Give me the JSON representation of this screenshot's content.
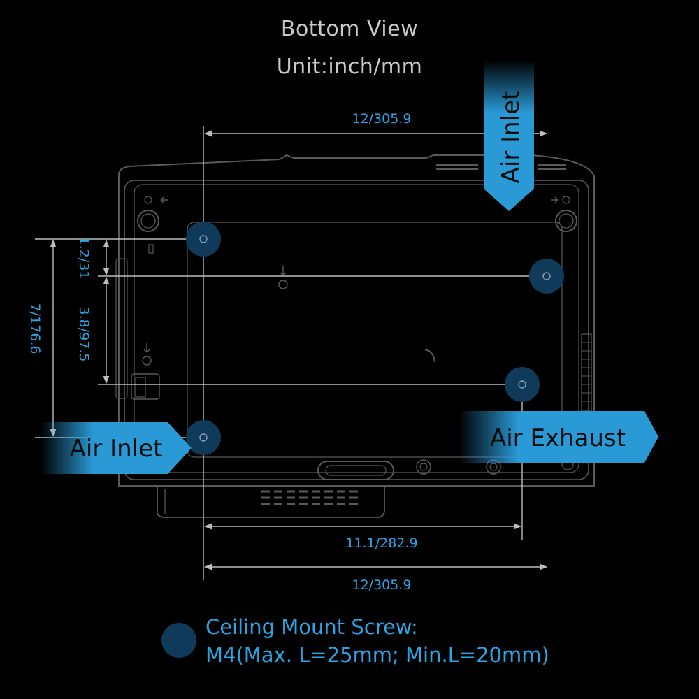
{
  "header": {
    "title": "Bottom View",
    "unit": "Unit:inch/mm"
  },
  "dimensions": {
    "top_width": "12/305.9",
    "screw_span_width": "11.1/282.9",
    "bottom_width": "12/305.9",
    "offset_small": "1.2/31",
    "offset_mid": "3.8/97.5",
    "overall_depth": "7/176.6"
  },
  "labels": {
    "air_inlet_top": "Air Inlet",
    "air_inlet_left": "Air Inlet",
    "air_exhaust": "Air Exhaust"
  },
  "legend": {
    "line1": "Ceiling Mount Screw:",
    "line2": "M4(Max. L=25mm; Min.L=20mm)"
  },
  "colors": {
    "background": "#000000",
    "dimension_text": "#2aa6e6",
    "screw_marker": "#0f3a5a",
    "label_box": "#2a9ad6",
    "outline": "#5a5a5a"
  }
}
